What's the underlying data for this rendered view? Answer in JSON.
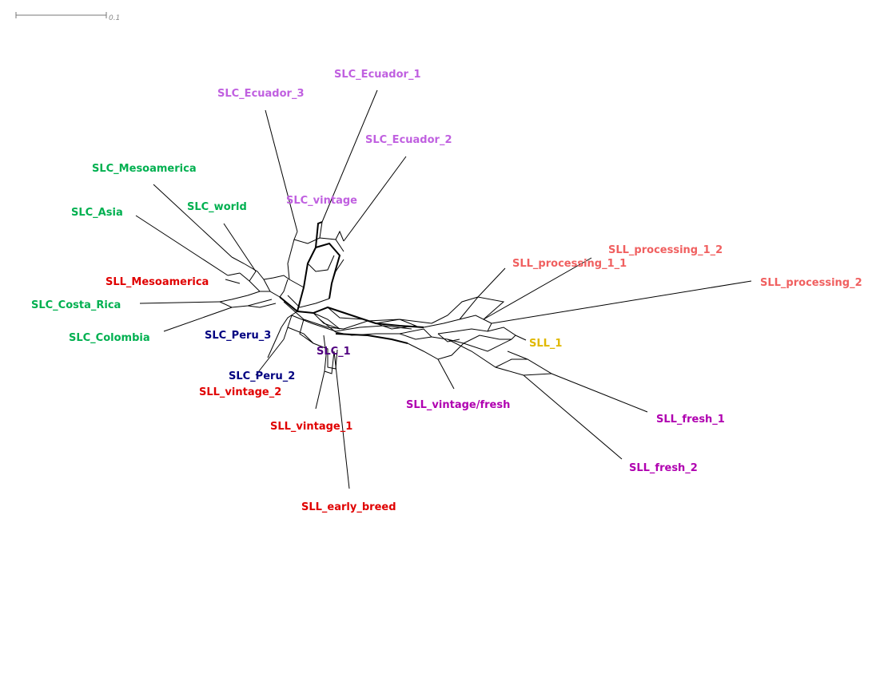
{
  "scale_bar": {
    "label": "0.1"
  },
  "colors": {
    "green": "#00b050",
    "light_purple": "#c060e0",
    "red": "#e00000",
    "salmon": "#f06060",
    "navy": "#000080",
    "purple": "#b000b0",
    "gold": "#e0b800",
    "dark_purple": "#500080"
  },
  "taxa": [
    {
      "id": "slc-ecuador-1",
      "text": "SLC_Ecuador_1",
      "color": "light_purple"
    },
    {
      "id": "slc-ecuador-3",
      "text": "SLC_Ecuador_3",
      "color": "light_purple"
    },
    {
      "id": "slc-ecuador-2",
      "text": "SLC_Ecuador_2",
      "color": "light_purple"
    },
    {
      "id": "slc-vintage",
      "text": "SLC_vintage",
      "color": "light_purple"
    },
    {
      "id": "slc-mesoamerica",
      "text": "SLC_Mesoamerica",
      "color": "green"
    },
    {
      "id": "slc-world",
      "text": "SLC_world",
      "color": "green"
    },
    {
      "id": "slc-asia",
      "text": "SLC_Asia",
      "color": "green"
    },
    {
      "id": "sll-mesoamerica",
      "text": "SLL_Mesoamerica",
      "color": "red"
    },
    {
      "id": "slc-costa-rica",
      "text": "SLC_Costa_Rica",
      "color": "green"
    },
    {
      "id": "slc-colombia",
      "text": "SLC_Colombia",
      "color": "green"
    },
    {
      "id": "slc-peru-3",
      "text": "SLC_Peru_3",
      "color": "navy"
    },
    {
      "id": "slc-1",
      "text": "SLC_1",
      "color": "dark_purple"
    },
    {
      "id": "slc-peru-2",
      "text": "SLC_Peru_2",
      "color": "navy"
    },
    {
      "id": "sll-vintage-2",
      "text": "SLL_vintage_2",
      "color": "red"
    },
    {
      "id": "sll-vintage-1",
      "text": "SLL_vintage_1",
      "color": "red"
    },
    {
      "id": "sll-early-breed",
      "text": "SLL_early_breed",
      "color": "red"
    },
    {
      "id": "sll-vintage-fresh",
      "text": "SLL_vintage/fresh",
      "color": "purple"
    },
    {
      "id": "sll-processing-1-2",
      "text": "SLL_processing_1_2",
      "color": "salmon"
    },
    {
      "id": "sll-processing-1-1",
      "text": "SLL_processing_1_1",
      "color": "salmon"
    },
    {
      "id": "sll-processing-2",
      "text": "SLL_processing_2",
      "color": "salmon"
    },
    {
      "id": "sll-1",
      "text": "SLL_1",
      "color": "gold"
    },
    {
      "id": "sll-fresh-1",
      "text": "SLL_fresh_1",
      "color": "purple"
    },
    {
      "id": "sll-fresh-2",
      "text": "SLL_fresh_2",
      "color": "purple"
    }
  ]
}
